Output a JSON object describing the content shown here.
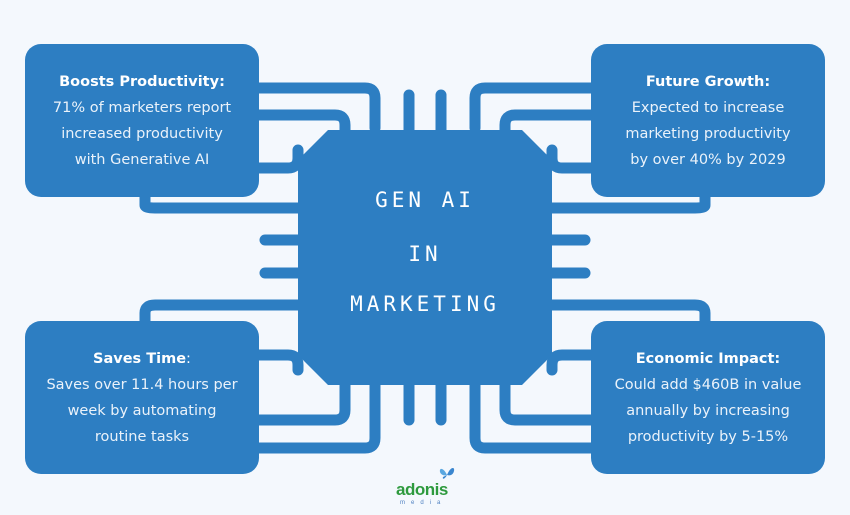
{
  "colors": {
    "primary": "#2D7EC2",
    "background": "#F4F8FD",
    "text": "#FFFFFF",
    "logo_green": "#2E9A3E",
    "logo_blue": "#4C7FC0"
  },
  "chip": {
    "line1": "GEN AI",
    "line2": "IN",
    "line3": "MARKETING"
  },
  "cards": {
    "top_left": {
      "title": "Boosts Productivity:",
      "lines": [
        "71% of marketers report",
        "increased productivity",
        "with Generative AI"
      ]
    },
    "top_right": {
      "title": "Future Growth:",
      "lines": [
        "Expected to increase",
        "marketing productivity",
        "by over 40% by 2029"
      ]
    },
    "bottom_left": {
      "title": "Saves Time",
      "title_suffix": ":",
      "lines": [
        "Saves over 11.4 hours per",
        "week by automating",
        "routine tasks"
      ]
    },
    "bottom_right": {
      "title": "Economic Impact:",
      "lines": [
        "Could add $460B in value",
        "annually by increasing",
        "productivity by 5-15%"
      ]
    }
  },
  "logo": {
    "name": "adonis",
    "subtitle": "media",
    "icon": "butterfly-icon"
  }
}
